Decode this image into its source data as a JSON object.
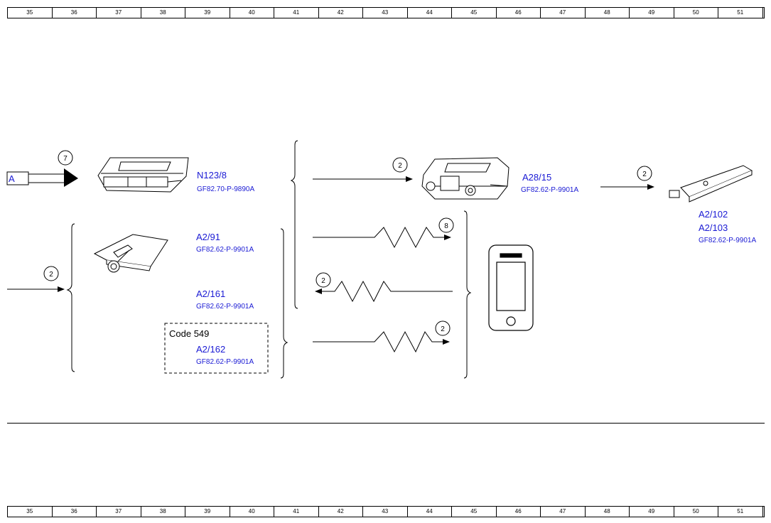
{
  "ruler": {
    "columns": [
      "35",
      "36",
      "37",
      "38",
      "39",
      "40",
      "41",
      "42",
      "43",
      "44",
      "45",
      "46",
      "47",
      "48",
      "49",
      "50",
      "51",
      ""
    ]
  },
  "input_signal": {
    "label": "A"
  },
  "callouts": {
    "c_input": "7",
    "c_left": "2",
    "c_a28": "2",
    "c_a2102": "2",
    "c_wave1": "8",
    "c_wave2": "2",
    "c_wave3": "2"
  },
  "components": {
    "n123_8": {
      "id": "N123/8",
      "doc": "GF82.70-P-9890A"
    },
    "a28_15": {
      "id": "A28/15",
      "doc": "GF82.62-P-9901A"
    },
    "a2_102": {
      "id1": "A2/102",
      "id2": "A2/103",
      "doc": "GF82.62-P-9901A"
    },
    "a2_91": {
      "id": "A2/91",
      "doc": "GF82.62-P-9901A"
    },
    "a2_161": {
      "id": "A2/161",
      "doc": "GF82.62-P-9901A"
    },
    "a2_162": {
      "code": "Code 549",
      "id": "A2/162",
      "doc": "GF82.62-P-9901A"
    }
  },
  "colors": {
    "label": "#1a1ad4",
    "line": "#000000"
  }
}
